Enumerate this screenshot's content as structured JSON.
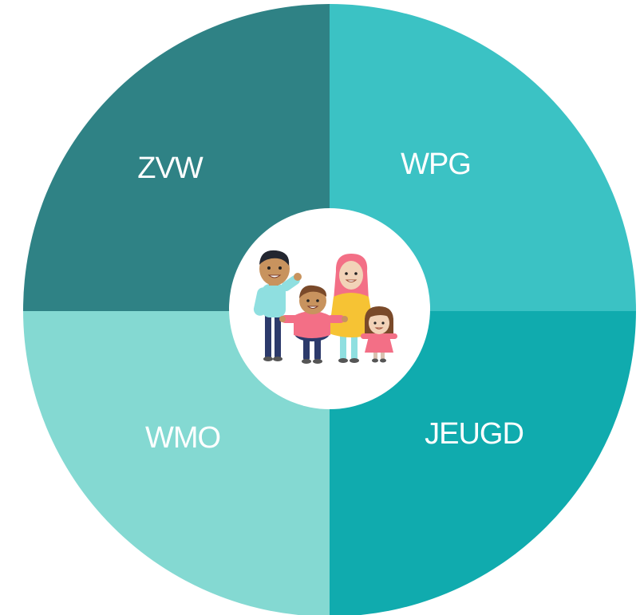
{
  "diagram": {
    "segments": [
      {
        "id": "zvw",
        "label": "ZVW",
        "color": "#2f8285"
      },
      {
        "id": "wpg",
        "label": "WPG",
        "color": "#3bc2c4"
      },
      {
        "id": "wmo",
        "label": "WMO",
        "color": "#84d9d2"
      },
      {
        "id": "jeugd",
        "label": "JEUGD",
        "color": "#10abae"
      }
    ],
    "center": {
      "icon": "family-icon",
      "background": "#ffffff"
    }
  }
}
